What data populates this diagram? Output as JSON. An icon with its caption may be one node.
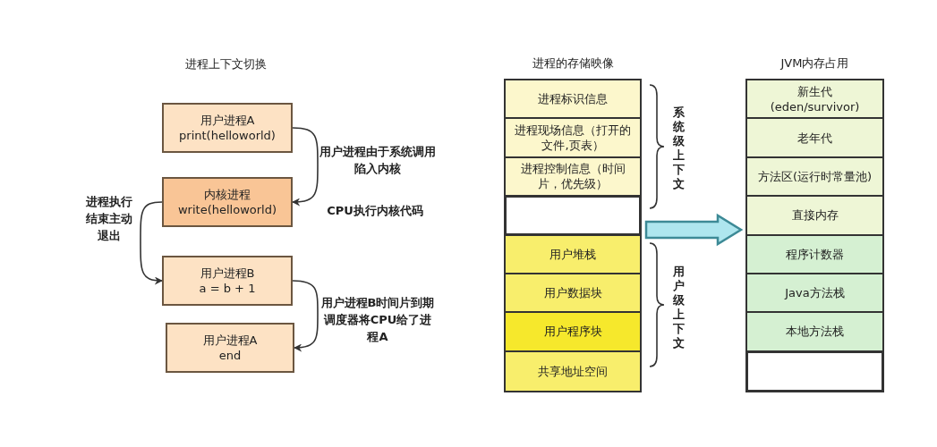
{
  "diagram": {
    "nodes": [
      {
        "text": [
          "用户进程A",
          "print(helloworld)"
        ]
      },
      {
        "text": [
          "内核进程",
          "write(helloworld)"
        ]
      },
      {
        "text": [
          "用户进程B",
          "a = b + 1"
        ]
      },
      {
        "text": [
          "用户进程A",
          "end"
        ]
      },
      {
        "text": [
          "进程的存储映像"
        ]
      },
      {
        "text": [
          "进程标识信息"
        ],
        "in": 4
      },
      {
        "text": [
          "进程现场信息（打开的文件,页表）"
        ],
        "in": 4
      },
      {
        "text": [
          "进程控制信息（时间片，优先级）"
        ],
        "in": 4
      },
      {
        "text": [],
        "shape": "box",
        "in": 4
      },
      {
        "text": [
          "用户堆栈"
        ],
        "in": 4
      },
      {
        "text": [
          "用户数据块"
        ],
        "in": 4
      },
      {
        "text": [
          "用户程序块"
        ],
        "in": 4
      },
      {
        "text": [
          "共享地址空间"
        ],
        "in": 4
      },
      {
        "text": [
          "JVM内存占用"
        ]
      },
      {
        "text": [
          "新生代(eden/survivor)"
        ],
        "in": 13
      },
      {
        "text": [
          "老年代"
        ],
        "in": 13
      },
      {
        "text": [
          "方法区(运行时常量池)"
        ],
        "in": 13
      },
      {
        "text": [
          "直接内存"
        ],
        "in": 13
      },
      {
        "text": [
          "程序计数器"
        ],
        "in": 13
      },
      {
        "text": [
          "Java方法栈"
        ],
        "in": 13
      },
      {
        "text": [
          "本地方法栈"
        ],
        "in": 13
      },
      {
        "text": [],
        "shape": "box",
        "in": 13
      }
    ],
    "edges": [
      {
        "from": 0,
        "to": 1,
        "arrow": "to",
        "label": "用户进程由于系统调用陷入内核"
      },
      {
        "from": 1,
        "to": 2,
        "arrow": "to",
        "label": "进程执行结束主动退出"
      },
      {
        "from": 2,
        "to": 3,
        "arrow": "to",
        "label": "用户进程B时间片到期调度器将CPU给了进程A"
      },
      {
        "from": 4,
        "to": 13,
        "arrow": "to",
        "style": "thick",
        "color": "#aee6ee"
      }
    ],
    "labels": [
      "进程上下文切换",
      "CPU执行内核代码",
      "系统级上下文",
      "用户级上下文"
    ]
  }
}
